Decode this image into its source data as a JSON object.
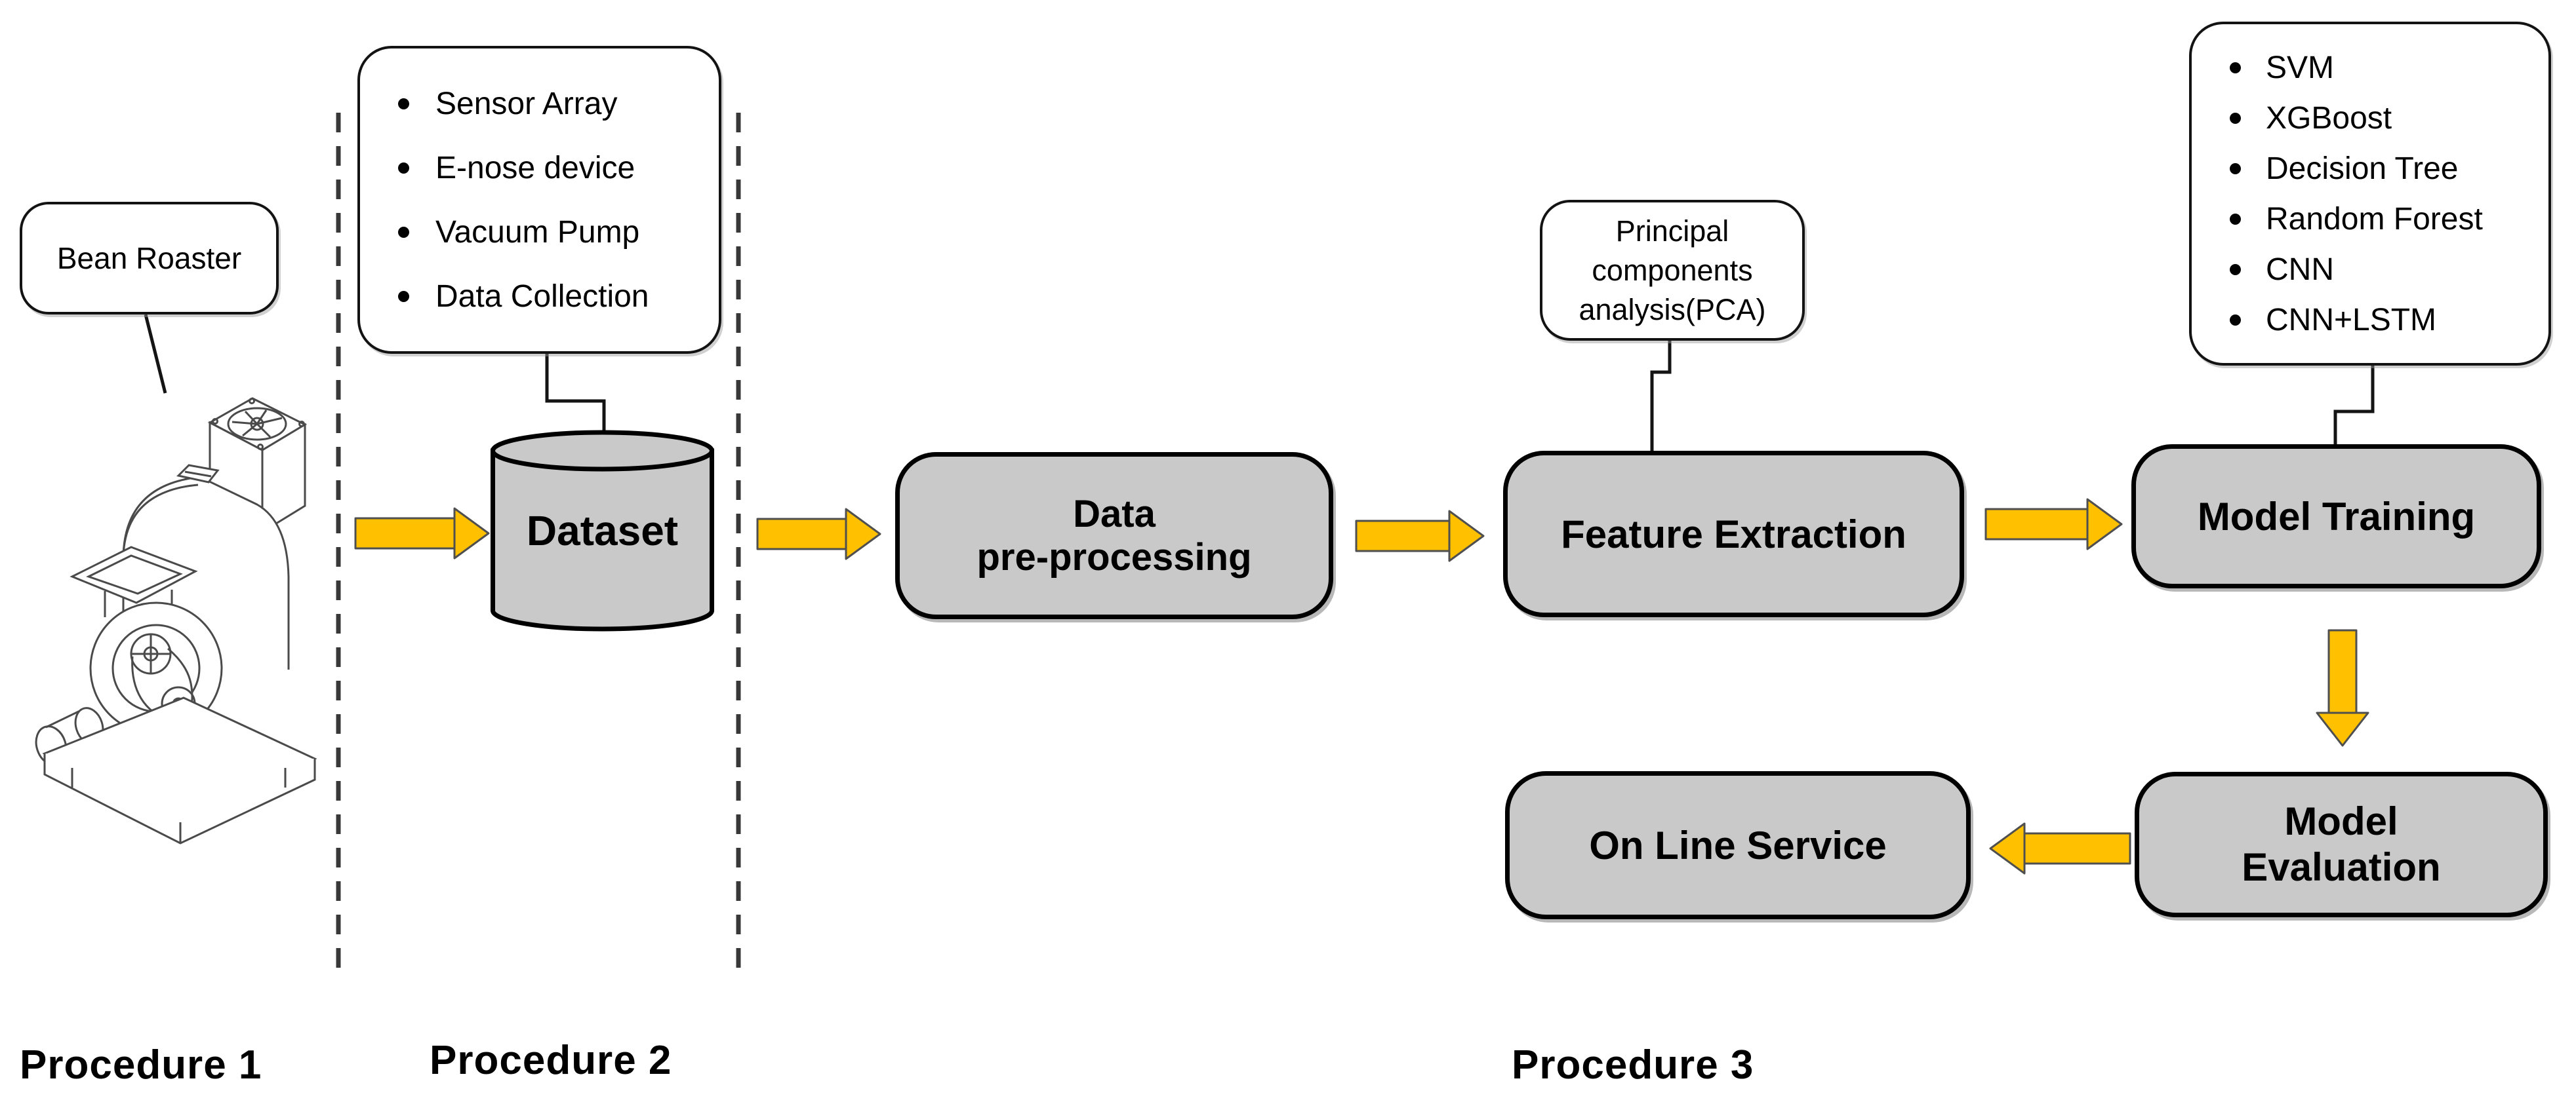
{
  "diagram": {
    "procedure_labels": {
      "p1": "Procedure 1",
      "p2": "Procedure 2",
      "p3": "Procedure 3"
    },
    "nodes": {
      "bean_roaster": "Bean Roaster",
      "dataset": "Dataset",
      "data_preprocessing_line1": "Data",
      "data_preprocessing_line2": "pre-processing",
      "feature_extraction": "Feature Extraction",
      "model_training": "Model Training",
      "model_evaluation_line1": "Model",
      "model_evaluation_line2": "Evaluation",
      "online_service": "On Line Service"
    },
    "acquisition_list": {
      "items": [
        "Sensor Array",
        "E-nose device",
        "Vacuum Pump",
        "Data Collection"
      ]
    },
    "pca_note": {
      "line1": "Principal",
      "line2": "components",
      "line3": "analysis(PCA)"
    },
    "model_list": {
      "items": [
        "SVM",
        "XGBoost",
        "Decision Tree",
        "Random Forest",
        "CNN",
        "CNN+LSTM"
      ]
    },
    "colors": {
      "node_fill": "#c9c9c9",
      "node_border": "#000000",
      "callout_fill": "#ffffff",
      "arrow_fill": "#ffc000",
      "arrow_stroke": "#4f4f4f",
      "dashed_line": "#383838"
    },
    "icons": {
      "dataset_shape": "database-cylinder-icon",
      "roaster_drawing": "bean-roaster-illustration"
    }
  }
}
